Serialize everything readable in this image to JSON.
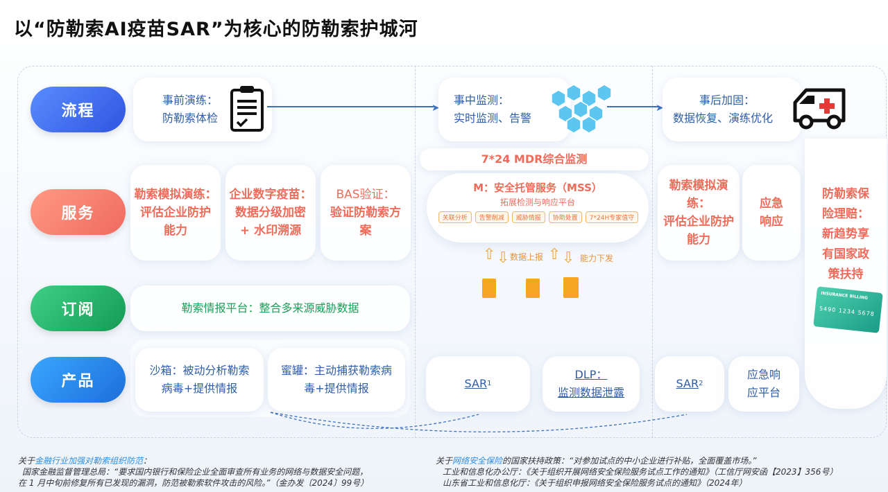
{
  "title": "以“防勒索AI疫苗SAR”为核心的防勒索护城河",
  "rows": {
    "process": "流程",
    "service": "服务",
    "subscribe": "订阅",
    "product": "产品"
  },
  "process": {
    "pre": {
      "line1": "事前演练：",
      "line2": "防勒索体检"
    },
    "mid": {
      "line1": "事中监测：",
      "line2": "实时监测、告警"
    },
    "post": {
      "line1": "事后加固：",
      "line2": "数据恢复、演练优化"
    }
  },
  "service": {
    "left": [
      {
        "line1": "勒索模拟演练：",
        "line2": "评估企业防护",
        "line3": "能力"
      },
      {
        "line1": "企业数字疫苗：",
        "line2": "数据分级加密",
        "line3": "+ 水印溯源"
      },
      {
        "line1": "BAS验证：",
        "line2": "验证防勒索方",
        "line3": "案"
      }
    ],
    "mdr": "7*24 MDR综合监测",
    "mss_title": "M：安全托管服务（MSS）",
    "mss_sub": "拓展检测与响应平台",
    "mss_tags": [
      "关联分析",
      "告警削减",
      "威胁情报",
      "协助处置",
      "7*24H专家值守"
    ],
    "upload": "数据上报",
    "dispatch": "能力下发",
    "right": [
      {
        "line1": "勒索模拟演练：",
        "line2": "评估企业防护",
        "line3": "能力"
      },
      {
        "line1": "应急",
        "line2": "响应"
      }
    ]
  },
  "insurance": {
    "lines": [
      "防勒索保",
      "险理赔：",
      "新趋势享",
      "有国家政",
      "策扶持"
    ],
    "card_text": "INSURANCE BILLING",
    "card_number": "5490  1234  5678"
  },
  "subscribe": {
    "text": "勒索情报平台：整合多来源威胁数据"
  },
  "product": {
    "sandbox": {
      "line1": "沙箱：被动分析勒索",
      "line2": "病毒+提供情报"
    },
    "honeypot": {
      "line1": "蜜罐：主动捕获勒索病",
      "line2": "毒+提供情报"
    },
    "sar1": "SAR",
    "sar1_sup": "1",
    "dlp": {
      "line1": "DLP：",
      "line2": "监测数据泄露"
    },
    "sar2": "SAR",
    "sar2_sup": "2",
    "emergency": {
      "line1": "应急响",
      "line2": "应平台"
    }
  },
  "footer": {
    "left": {
      "prefix": "关于",
      "highlight": "金融行业加强对勒索组织防范",
      "suffix": "：",
      "line2": "国家金融监督管理总局：“要求国内银行和保险企业全面审查所有业务的网络与数据安全问题，",
      "line3": "在 1 月中旬前修复所有已发现的漏洞，防范被勒索软件攻击的风险。”（金办发〔2024〕99号）"
    },
    "right": {
      "prefix": "关于",
      "highlight": "网络安全保险",
      "suffix": "的国家扶持政策：“对参加试点的中小企业进行补贴，全面覆盖市场。”",
      "line2": "工业和信息化办公厅：《关于组织开展网络安全保险服务试点工作的通知》（工信厅网安函【2023】356号）",
      "line3": "山东省工业和信息化厅：《关于组织申报网络安全保险服务试点的通知》（2024年）"
    }
  },
  "colors": {
    "process": "#3d6ff0",
    "service": "#f57a6a",
    "subscribe": "#22b36a",
    "product": "#2a7fe0"
  }
}
